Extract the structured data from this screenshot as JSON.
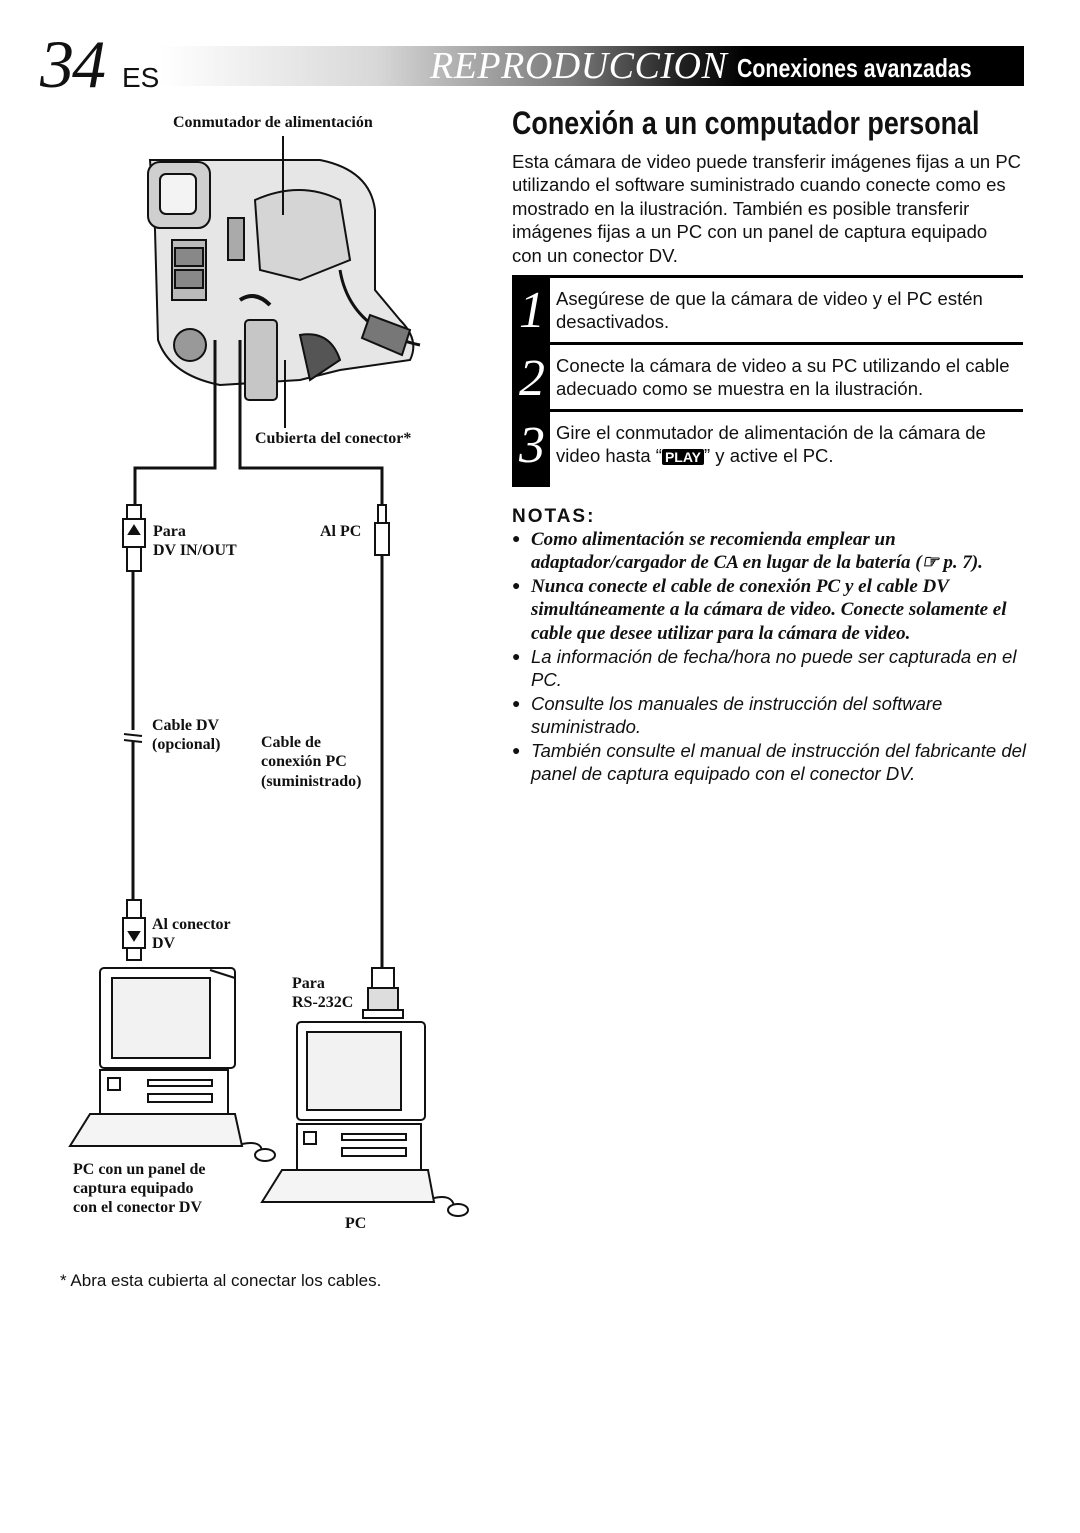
{
  "header": {
    "page_number": "34",
    "language": "ES",
    "title": "REPRODUCCION",
    "subtitle": "Conexiones avanzadas"
  },
  "section": {
    "title": "Conexión a un computador personal",
    "intro": "Esta cámara de video puede transferir imágenes fijas a un PC utilizando el software suministrado cuando conecte como es mostrado en la ilustración. También es posible transferir imágenes fijas a un PC con un panel de captura equipado con un conector DV."
  },
  "steps": [
    {
      "number": "1",
      "text": "Asegúrese de que la cámara de video y el PC estén desactivados."
    },
    {
      "number": "2",
      "text": "Conecte la cámara de video a su PC utilizando el cable adecuado como se muestra en la ilustración."
    },
    {
      "number": "3",
      "text_before": "Gire el conmutador de alimentación de la cámara de video hasta “",
      "badge": "PLAY",
      "text_after": "” y active el PC."
    }
  ],
  "notes": {
    "heading": "NOTAS:",
    "items": [
      "Como alimentación se recomienda emplear un adaptador/cargador de CA en lugar de la batería (☞ p. 7).",
      "Nunca conecte el cable de conexión PC y el cable DV simultáneamente a la cámara de video. Conecte solamente el cable que desee utilizar para la cámara de video.",
      "La información de fecha/hora no puede ser capturada en el PC.",
      "Consulte los manuales de instrucción del software suministrado.",
      "También consulte el manual de instrucción del fabricante del panel de captura equipado con el conector DV."
    ]
  },
  "diagram": {
    "power_switch": "Conmutador de alimentación",
    "connector_cover": "Cubierta del conector*",
    "para_dv_1": "Para",
    "para_dv_2": "DV IN/OUT",
    "al_pc": "Al PC",
    "cable_dv_1": "Cable DV",
    "cable_dv_2": "(opcional)",
    "cable_pc_1": "Cable de",
    "cable_pc_2": "conexión PC",
    "cable_pc_3": "(suministrado)",
    "al_conector_1": "Al conector",
    "al_conector_2": "DV",
    "para_rs_1": "Para",
    "para_rs_2": "RS-232C",
    "pc_dv_1": "PC con un panel de",
    "pc_dv_2": "captura equipado",
    "pc_dv_3": "con el conector DV",
    "pc": "PC"
  },
  "footnote": "* Abra esta cubierta al conectar los cables."
}
